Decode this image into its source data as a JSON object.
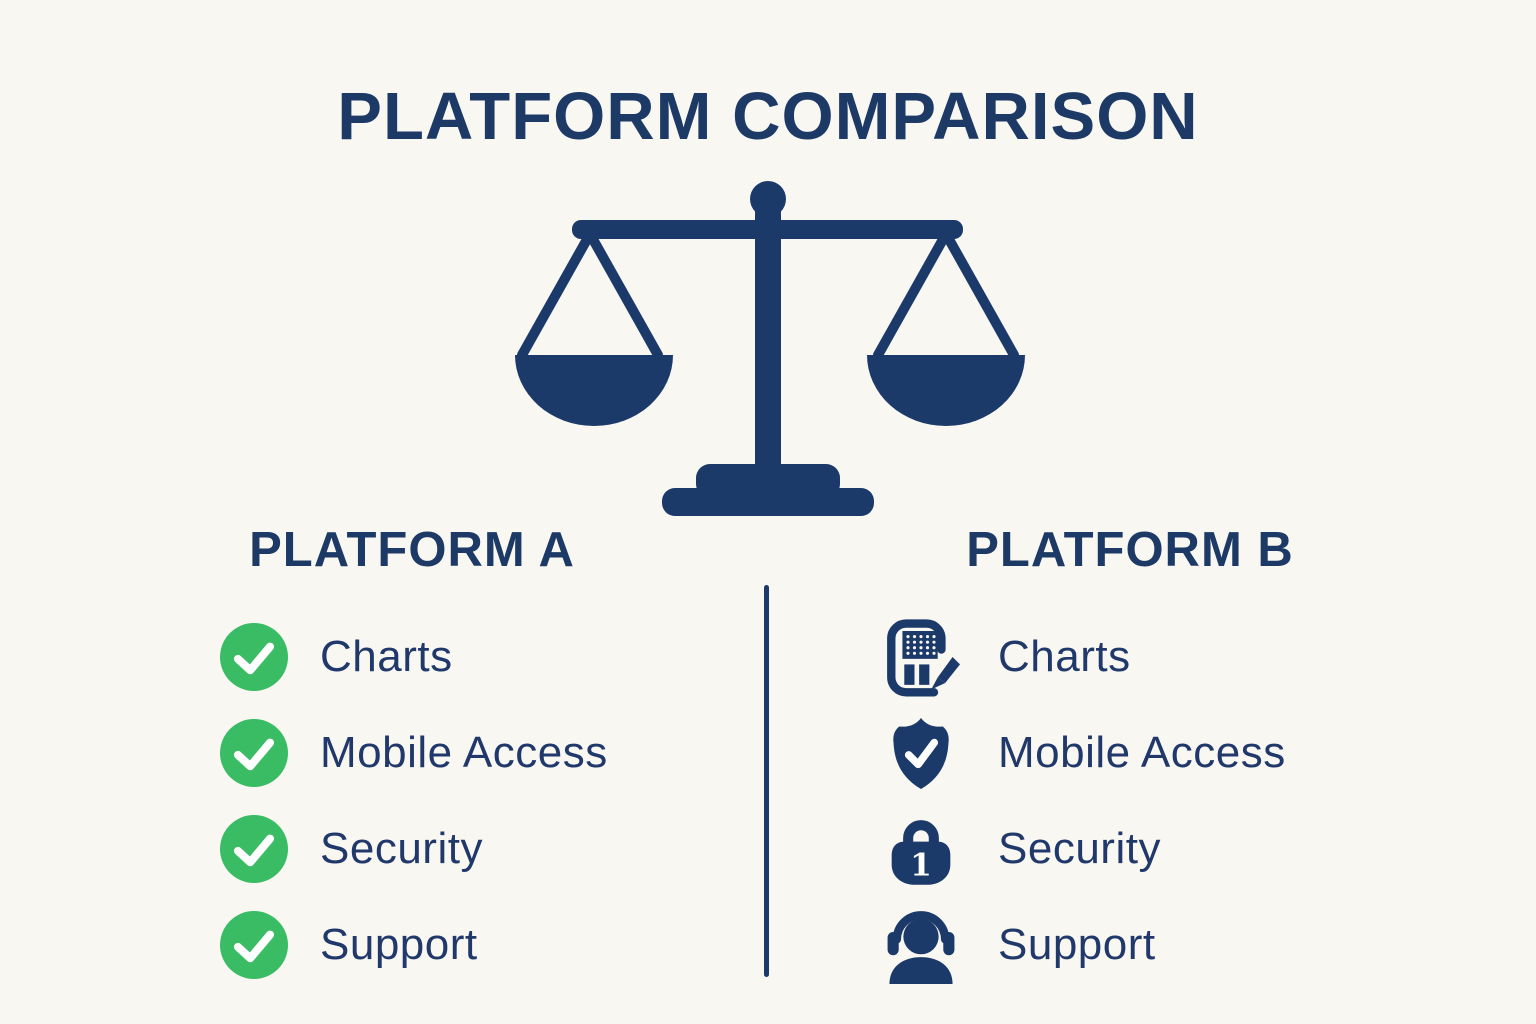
{
  "title": "PLATFORM COMPARISON",
  "colors": {
    "navy": "#1c3a69",
    "green": "#3abc64",
    "background": "#f9f7f2",
    "check_white": "#ffffff"
  },
  "center_graphic": {
    "icon": "balance-scale-icon"
  },
  "columns": [
    {
      "heading": "PLATFORM A",
      "items": [
        {
          "icon": "check-circle-icon",
          "label": "Charts"
        },
        {
          "icon": "check-circle-icon",
          "label": "Mobile Access"
        },
        {
          "icon": "check-circle-icon",
          "label": "Security"
        },
        {
          "icon": "check-circle-icon",
          "label": "Support"
        }
      ]
    },
    {
      "heading": "PLATFORM B",
      "items": [
        {
          "icon": "report-pen-icon",
          "label": "Charts"
        },
        {
          "icon": "shield-check-icon",
          "label": "Mobile Access"
        },
        {
          "icon": "padlock-one-icon",
          "label": "Security"
        },
        {
          "icon": "headset-agent-icon",
          "label": "Support"
        }
      ]
    }
  ]
}
